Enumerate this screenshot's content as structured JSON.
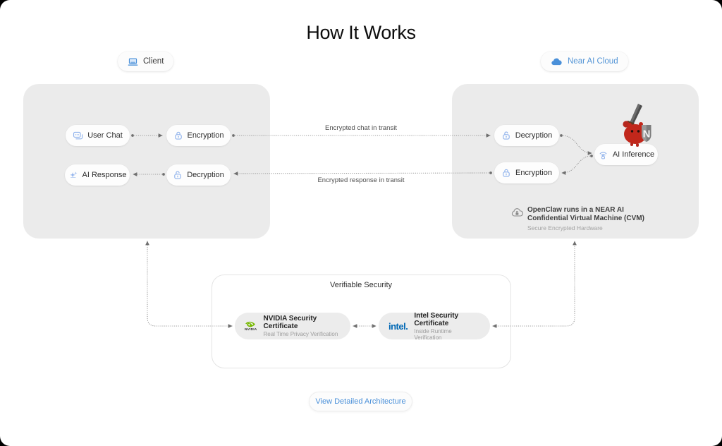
{
  "title": "How It Works",
  "badges": {
    "client": "Client",
    "cloud": "Near AI Cloud"
  },
  "client_panel": {
    "user_chat": "User Chat",
    "encryption": "Encryption",
    "ai_response": "AI Response",
    "decryption": "Decryption"
  },
  "cloud_panel": {
    "decryption": "Decryption",
    "encryption": "Encryption",
    "ai_inference": "AI Inference",
    "note_line1": "OpenClaw runs in a NEAR AI",
    "note_line2": "Confidential Virtual Machine (CVM)",
    "note_subtitle": "Secure Encrypted Hardware",
    "mascot_shield_letter": "N"
  },
  "transit": {
    "chat": "Encrypted chat in transit",
    "response": "Encrypted response in transit"
  },
  "verifiable": {
    "title": "Verifiable Security",
    "nvidia_logo": "NVIDIA",
    "nvidia_title": "NVIDIA Security Certificate",
    "nvidia_subtitle": "Real Time Privacy Verification",
    "intel_logo": "intel.",
    "intel_title": "Intel Security Certificate",
    "intel_subtitle": "Inside Runtime Verification"
  },
  "footer_button": "View Detailed Architecture",
  "colors": {
    "accent_blue": "#4a90d9",
    "icon_blue": "#8fb2ec",
    "panel_gray": "#ebebeb",
    "nvidia_green": "#76b900",
    "intel_blue": "#0068b5",
    "mascot_red": "#c1271b"
  }
}
